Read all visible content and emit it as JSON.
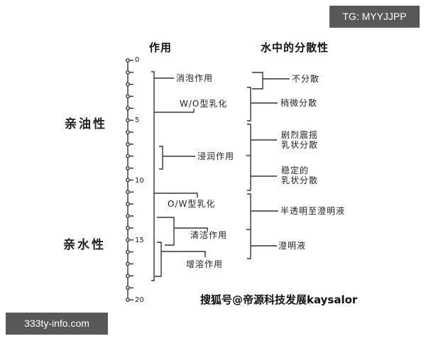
{
  "badges": {
    "top_right": "TG: MYYJJPP",
    "bottom_left": "333ty-info.com"
  },
  "headers": {
    "function": "作用",
    "dispersibility": "水中的分散性"
  },
  "side_labels": {
    "lipophilic": "亲油性",
    "hydrophilic": "亲水性"
  },
  "scale": {
    "min": 0,
    "max": 20,
    "labeled_ticks": [
      "0",
      "5",
      "10",
      "15",
      "20"
    ]
  },
  "functions": [
    {
      "label": "消泡作用",
      "hlb_range": [
        1.5,
        3
      ]
    },
    {
      "label": "W/O型乳化",
      "hlb_range": [
        3,
        6
      ]
    },
    {
      "label": "浸润作用",
      "hlb_range": [
        7,
        9
      ]
    },
    {
      "label": "O/W型乳化",
      "hlb_range": [
        8,
        18
      ]
    },
    {
      "label": "清洁作用",
      "hlb_range": [
        13,
        15
      ]
    },
    {
      "label": "增溶作用",
      "hlb_range": [
        15,
        18
      ]
    }
  ],
  "dispersions": [
    {
      "line1": "不分散",
      "line2": ""
    },
    {
      "line1": "稍微分散",
      "line2": ""
    },
    {
      "line1": "剧烈震摇",
      "line2": "乳状分散"
    },
    {
      "line1": "稳定的",
      "line2": "乳状分散"
    },
    {
      "line1": "半透明至澄明液",
      "line2": ""
    },
    {
      "line1": "澄明液",
      "line2": ""
    }
  ],
  "watermark": "搜狐号@帝源科技发展kaysalor"
}
